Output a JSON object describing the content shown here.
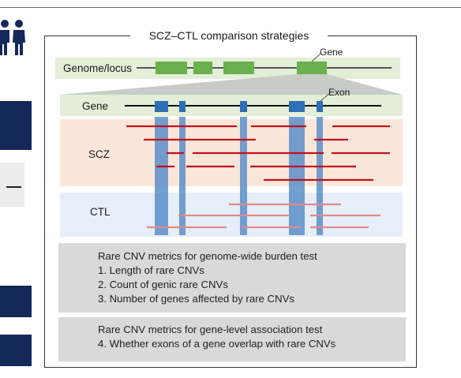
{
  "colors": {
    "navy": "#14285a",
    "genome_bg": "#e3efd8",
    "gene_green": "#6ab04c",
    "scz_bg": "#fbe6da",
    "ctl_bg": "#e6eef9",
    "exon_blue": "#5b8ec9",
    "scz_cnv": "#c0121b",
    "ctl_cnv": "#e08a8a",
    "metric_bg": "#d9d9d9"
  },
  "diagram": {
    "title": "SCZ–CTL comparison strategies",
    "genome_label": "Genome/locus",
    "gene_callout": "Gene",
    "exon_callout": "Exon",
    "gene_row_label": "Gene",
    "scz_label": "SCZ",
    "ctl_label": "CTL"
  },
  "metrics": {
    "burden": {
      "title": "Rare CNV metrics for genome-wide burden test",
      "items": [
        "1. Length of rare CNVs",
        "2. Count of genic rare CNVs",
        "3. Number of genes affected by rare CNVs"
      ]
    },
    "gene_level": {
      "title": "Rare CNV metrics for gene-level association test",
      "items": [
        "4. Whether exons of a gene overlap with rare CNVs"
      ]
    }
  },
  "icons": [
    "people-icon"
  ]
}
